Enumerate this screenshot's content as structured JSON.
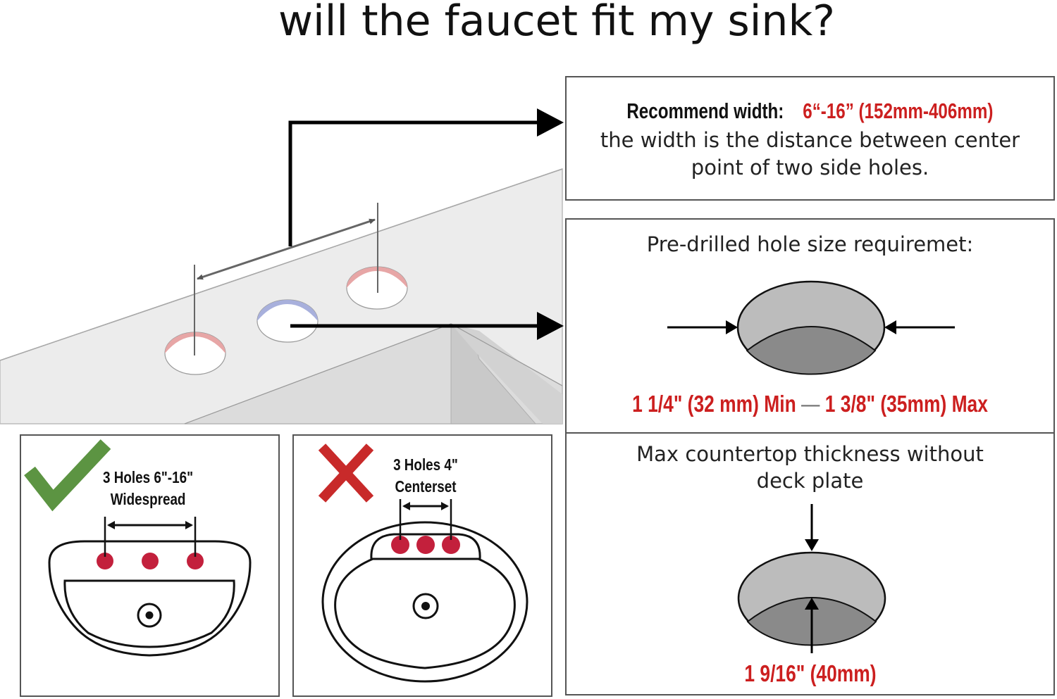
{
  "title": "will the faucet fit my sink?",
  "width_box": {
    "label": "Recommend width:",
    "value": "6“-16” (152mm-406mm)",
    "description_line1": "the width is the distance between center",
    "description_line2": "point of two side holes."
  },
  "hole_box": {
    "title": "Pre-drilled hole size requiremet:",
    "range_min": "1 1/4\" (32 mm) Min",
    "separator": "—",
    "range_max": "1 3/8\" (35mm) Max"
  },
  "thickness_box": {
    "title_line1": "Max countertop thickness without",
    "title_line2": "deck plate",
    "value": "1 9/16\" (40mm)"
  },
  "widespread": {
    "line1": "3 Holes 6\"-16\"",
    "line2": "Widespread",
    "status_icon": "checkmark-icon"
  },
  "centerset": {
    "line1": "3 Holes 4\"",
    "line2": "Centerset",
    "status_icon": "cross-icon"
  },
  "colors": {
    "accent_red": "#cc1f1f",
    "check_green": "#5c9442",
    "cross_red": "#c82a2a",
    "hole_red": "#c3203c",
    "hot_tint": "#e7a6a6",
    "cold_tint": "#a8b0dc"
  }
}
